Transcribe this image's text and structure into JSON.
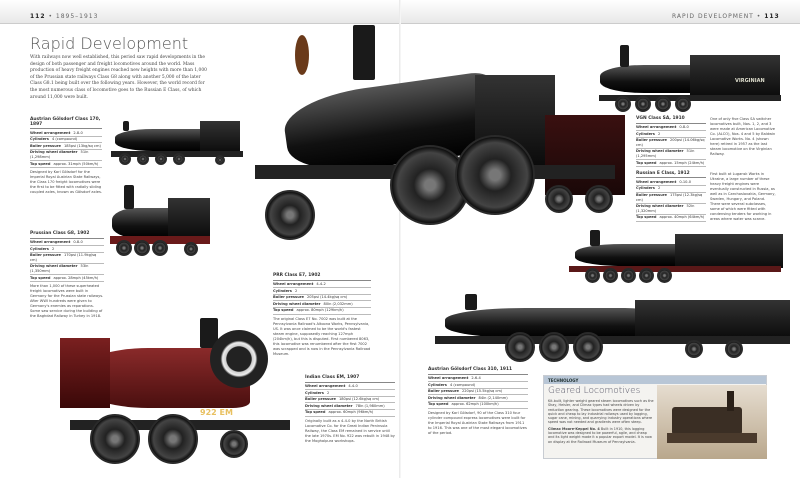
{
  "header": {
    "left_page_number": "112",
    "left_running_head": "1895–1913",
    "right_running_head": "RAPID DEVELOPMENT",
    "right_page_number": "113"
  },
  "title": "Rapid Development",
  "intro": "With railways now well established, this period saw rapid developments in the design of both passenger and freight locomotives around the world. Mass production of heavy freight engines reached new heights with more than 1,000 of the Prussian state railways Class G8 along with another 5,000 of the later Class G8.1 being built over the following years. However, the world record for the most numerous class of locomotive goes to the Russian E Class, of which around 11,000 were built.",
  "entries": [
    {
      "name": "Austrian Gölsdorf Class 170, 1897",
      "rows": [
        [
          "Wheel arrangement",
          "2-8-0"
        ],
        [
          "Cylinders",
          "4 (compound)"
        ],
        [
          "Boiler pressure",
          "185psi (13kg/sq cm)"
        ],
        [
          "Driving wheel diameter",
          "51in (1,298mm)"
        ],
        [
          "Top speed",
          "approx. 31mph (50km/h)"
        ]
      ],
      "desc": "Designed by Karl Gölsdorf for the Imperial Royal Austrian State Railways, the Class 170 freight locomotives were the first to be fitted with radially sliding coupled axles, known as Gölsdorf axles."
    },
    {
      "name": "Prussian Class G8, 1902",
      "rows": [
        [
          "Wheel arrangement",
          "0-8-0"
        ],
        [
          "Cylinders",
          "2"
        ],
        [
          "Boiler pressure",
          "170psi (11.9kg/sq cm)"
        ],
        [
          "Driving wheel diameter",
          "53in (1,350mm)"
        ],
        [
          "Top speed",
          "approx. 28mph (45km/h)"
        ]
      ],
      "desc": "More than 1,000 of these superheated freight locomotives were built in Germany for the Prussian state railways. After WWI hundreds were given to Germany's enemies as reparations. Some saw service during the building of the Baghdad Railway in Turkey in 1918."
    },
    {
      "name": "PRR Class E7, 1902",
      "rows": [
        [
          "Wheel arrangement",
          "4-4-2"
        ],
        [
          "Cylinders",
          "2"
        ],
        [
          "Boiler pressure",
          "205psi (14.4kg/sq cm)"
        ],
        [
          "Driving wheel diameter",
          "80in (2,032mm)"
        ],
        [
          "Top speed",
          "approx. 80mph (129km/h)"
        ]
      ],
      "desc": "The original Class E7 No. 7002 was built at the Pennsylvania Railroad's Altoona Works, Pennsylvania, US. It was once claimed to be the world's fastest steam engine, supposedly reaching 127mph (204km/h), but this is disputed. First numbered 8063, this locomotive was renumbered after the first 7002 was scrapped and is now in the Pennsylvania Railroad Museum."
    },
    {
      "name": "Indian Class EM, 1907",
      "rows": [
        [
          "Wheel arrangement",
          "4-4-0"
        ],
        [
          "Cylinders",
          "2"
        ],
        [
          "Boiler pressure",
          "180psi (12.6kg/sq cm)"
        ],
        [
          "Driving wheel diameter",
          "78in (1,980mm)"
        ],
        [
          "Top speed",
          "approx. 60mph (96km/h)"
        ]
      ],
      "desc": "Originally built as a 4-4-0 by the North British Locomotive Co. for the Great Indian Peninsula Railway, the Class EM remained in service until the late 1970s. EM No. 922 was rebuilt in 1948 by the Moghalpura workshops."
    },
    {
      "name": "VGN Class SA, 1910",
      "rows": [
        [
          "Wheel arrangement",
          "0-8-0"
        ],
        [
          "Cylinders",
          "2"
        ],
        [
          "Boiler pressure",
          "200psi (14.06kg/sq cm)"
        ],
        [
          "Driving wheel diameter",
          "51in (1,295mm)"
        ],
        [
          "Top speed",
          "approx. 15mph (24km/h)"
        ]
      ],
      "desc": "One of only five Class SA switcher locomotives built, Nos. 1, 2, and 3 were made at American Locomotive Co. (ALCO), Nos. 4 and 5 by Baldwin Locomotive Works. No. 4 (shown here) retired in 1957 as the last steam locomotive on the Virginian Railway."
    },
    {
      "name": "Russian E Class, 1912",
      "rows": [
        [
          "Wheel arrangement",
          "0-10-0"
        ],
        [
          "Cylinders",
          "2"
        ],
        [
          "Boiler pressure",
          "175psi (12.3kg/sq cm)"
        ],
        [
          "Driving wheel diameter",
          "52in (1,320mm)"
        ],
        [
          "Top speed",
          "approx. 40mph (64km/h)"
        ]
      ],
      "desc": "First built at Lugansk Works in Ukraine, a large number of these heavy freight engines were eventually constructed in Russia, as well as in Czechoslovakia, Germany, Sweden, Hungary, and Poland. There were several subclasses, some of which were fitted with condensing tenders for working in areas where water was scarce."
    },
    {
      "name": "Austrian Gölsdorf Class 310, 1911",
      "rows": [
        [
          "Wheel arrangement",
          "2-6-4"
        ],
        [
          "Cylinders",
          "4 (compound)"
        ],
        [
          "Boiler pressure",
          "220psi (15.5kg/sq cm)"
        ],
        [
          "Driving wheel diameter",
          "84in (2,140mm)"
        ],
        [
          "Top speed",
          "approx. 62mph (100km/h)"
        ]
      ],
      "desc": "Designed by Karl Gölsdorf, 90 of the Class 310 four cylinder compound express locomotives were built for the Imperial Royal Austrian State Railways from 1911 to 1916. This was one of the most elegant locomotives of the period."
    }
  ],
  "technology": {
    "label": "TECHNOLOGY",
    "title": "Geared Locomotives",
    "body": "Kit-built, lighter weight geared steam locomotives such as the Shay, Heisler, and Climax types had wheels driven by reduction gearing. These locomotives were designed for the quick and cheap to lay industrial railways used by logging, sugar cane, mining, and quarrying industry operations where speed was not needed and gradients were often steep.",
    "caption_title": "Climax Moore-Keppel No. 4",
    "caption": "Built in 1910, this logging locomotive was designed to be powerful, agile, and cheap and its light weight made it a popular export model. It is now on display at the Railroad Museum of Pennsylvania."
  },
  "plates": {
    "indian": "922 EM",
    "vgn": "VIRGINIAN"
  }
}
